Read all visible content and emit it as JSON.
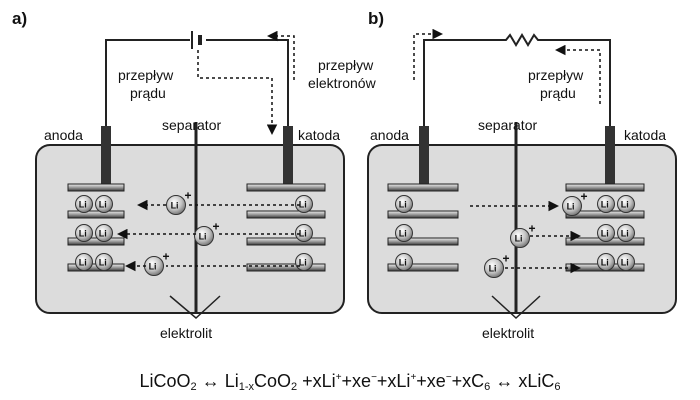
{
  "panels": {
    "a": {
      "letter": "a)",
      "anode": "anoda",
      "separator": "separator",
      "cathode": "katoda",
      "current_flow": [
        "przepływ",
        "prądu"
      ],
      "electrolyte": "elektrolit",
      "ion_label": "Li",
      "ion_charge": "+"
    },
    "b": {
      "letter": "b)",
      "anode": "anoda",
      "separator": "separator",
      "cathode": "katoda",
      "electron_flow": [
        "przepływ",
        "elektronów"
      ],
      "current_flow": [
        "przepływ",
        "prądu"
      ],
      "electrolyte": "elektrolit",
      "ion_label": "Li",
      "ion_charge": "+"
    }
  },
  "equation": {
    "t1": "LiCoO",
    "s1": "2",
    "arrow": "↔",
    "t2": "Li",
    "s2": "1-x",
    "t3": "CoO",
    "s3": "2",
    "t4": "+xLi",
    "p1": "+",
    "t5": "+xe",
    "p2": "−",
    "t6": "+xLi",
    "p3": "+",
    "t7": "+xe",
    "p4": "−",
    "t8": "+xC",
    "s4": "6",
    "t9": "xLiC",
    "s5": "6"
  },
  "colors": {
    "cell_fill": "#dcdcdc",
    "line": "#222222",
    "ion_fill": "#b0b0b0"
  }
}
